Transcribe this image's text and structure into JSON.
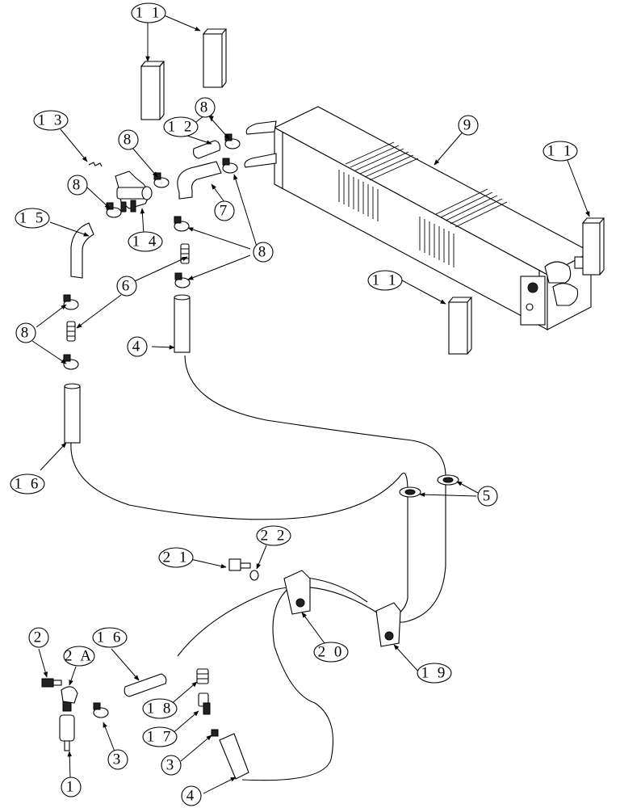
{
  "callouts": {
    "c1": "1",
    "c2": "2",
    "c2a": "2 A",
    "c3a": "3",
    "c3b": "3",
    "c4a": "4",
    "c4b": "4",
    "c5": "5",
    "c6": "6",
    "c7": "7",
    "c8a": "8",
    "c8b": "8",
    "c8c": "8",
    "c8d": "8",
    "c8e": "8",
    "c9": "9",
    "c11a": "1 1",
    "c11b": "1 1",
    "c11c": "1 1",
    "c12": "1 2",
    "c13": "1 3",
    "c14": "1 4",
    "c15": "1 5",
    "c16a": "1 6",
    "c16b": "1 6",
    "c17": "1 7",
    "c18": "1 8",
    "c19": "1 9",
    "c20": "2 0",
    "c21": "2 1",
    "c22": "2 2"
  }
}
